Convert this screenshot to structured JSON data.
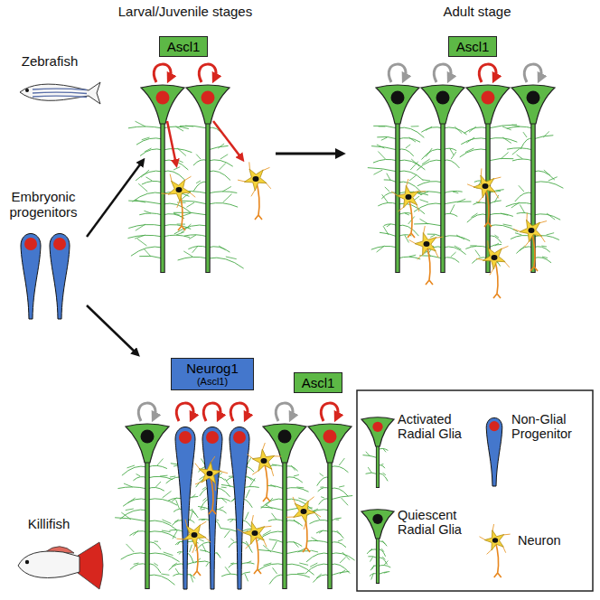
{
  "diagram": {
    "nodes": [
      {
        "text": [
          "Ascl1"
        ]
      },
      {
        "text": [
          "Ascl1"
        ]
      },
      {
        "text": [
          "Neurog1",
          "(Ascl1)"
        ]
      },
      {
        "text": [
          "Ascl1"
        ]
      }
    ],
    "labels": [
      "Larval/Juvenile stages",
      "Adult stage",
      "Zebrafish",
      "Embryonic progenitors",
      "Killifish"
    ],
    "legend": [
      {
        "text": "Activated Radial Glia"
      },
      {
        "text": "Non-Glial Progenitor"
      },
      {
        "text": "Quiescent Radial Glia"
      },
      {
        "text": "Neuron"
      }
    ]
  }
}
